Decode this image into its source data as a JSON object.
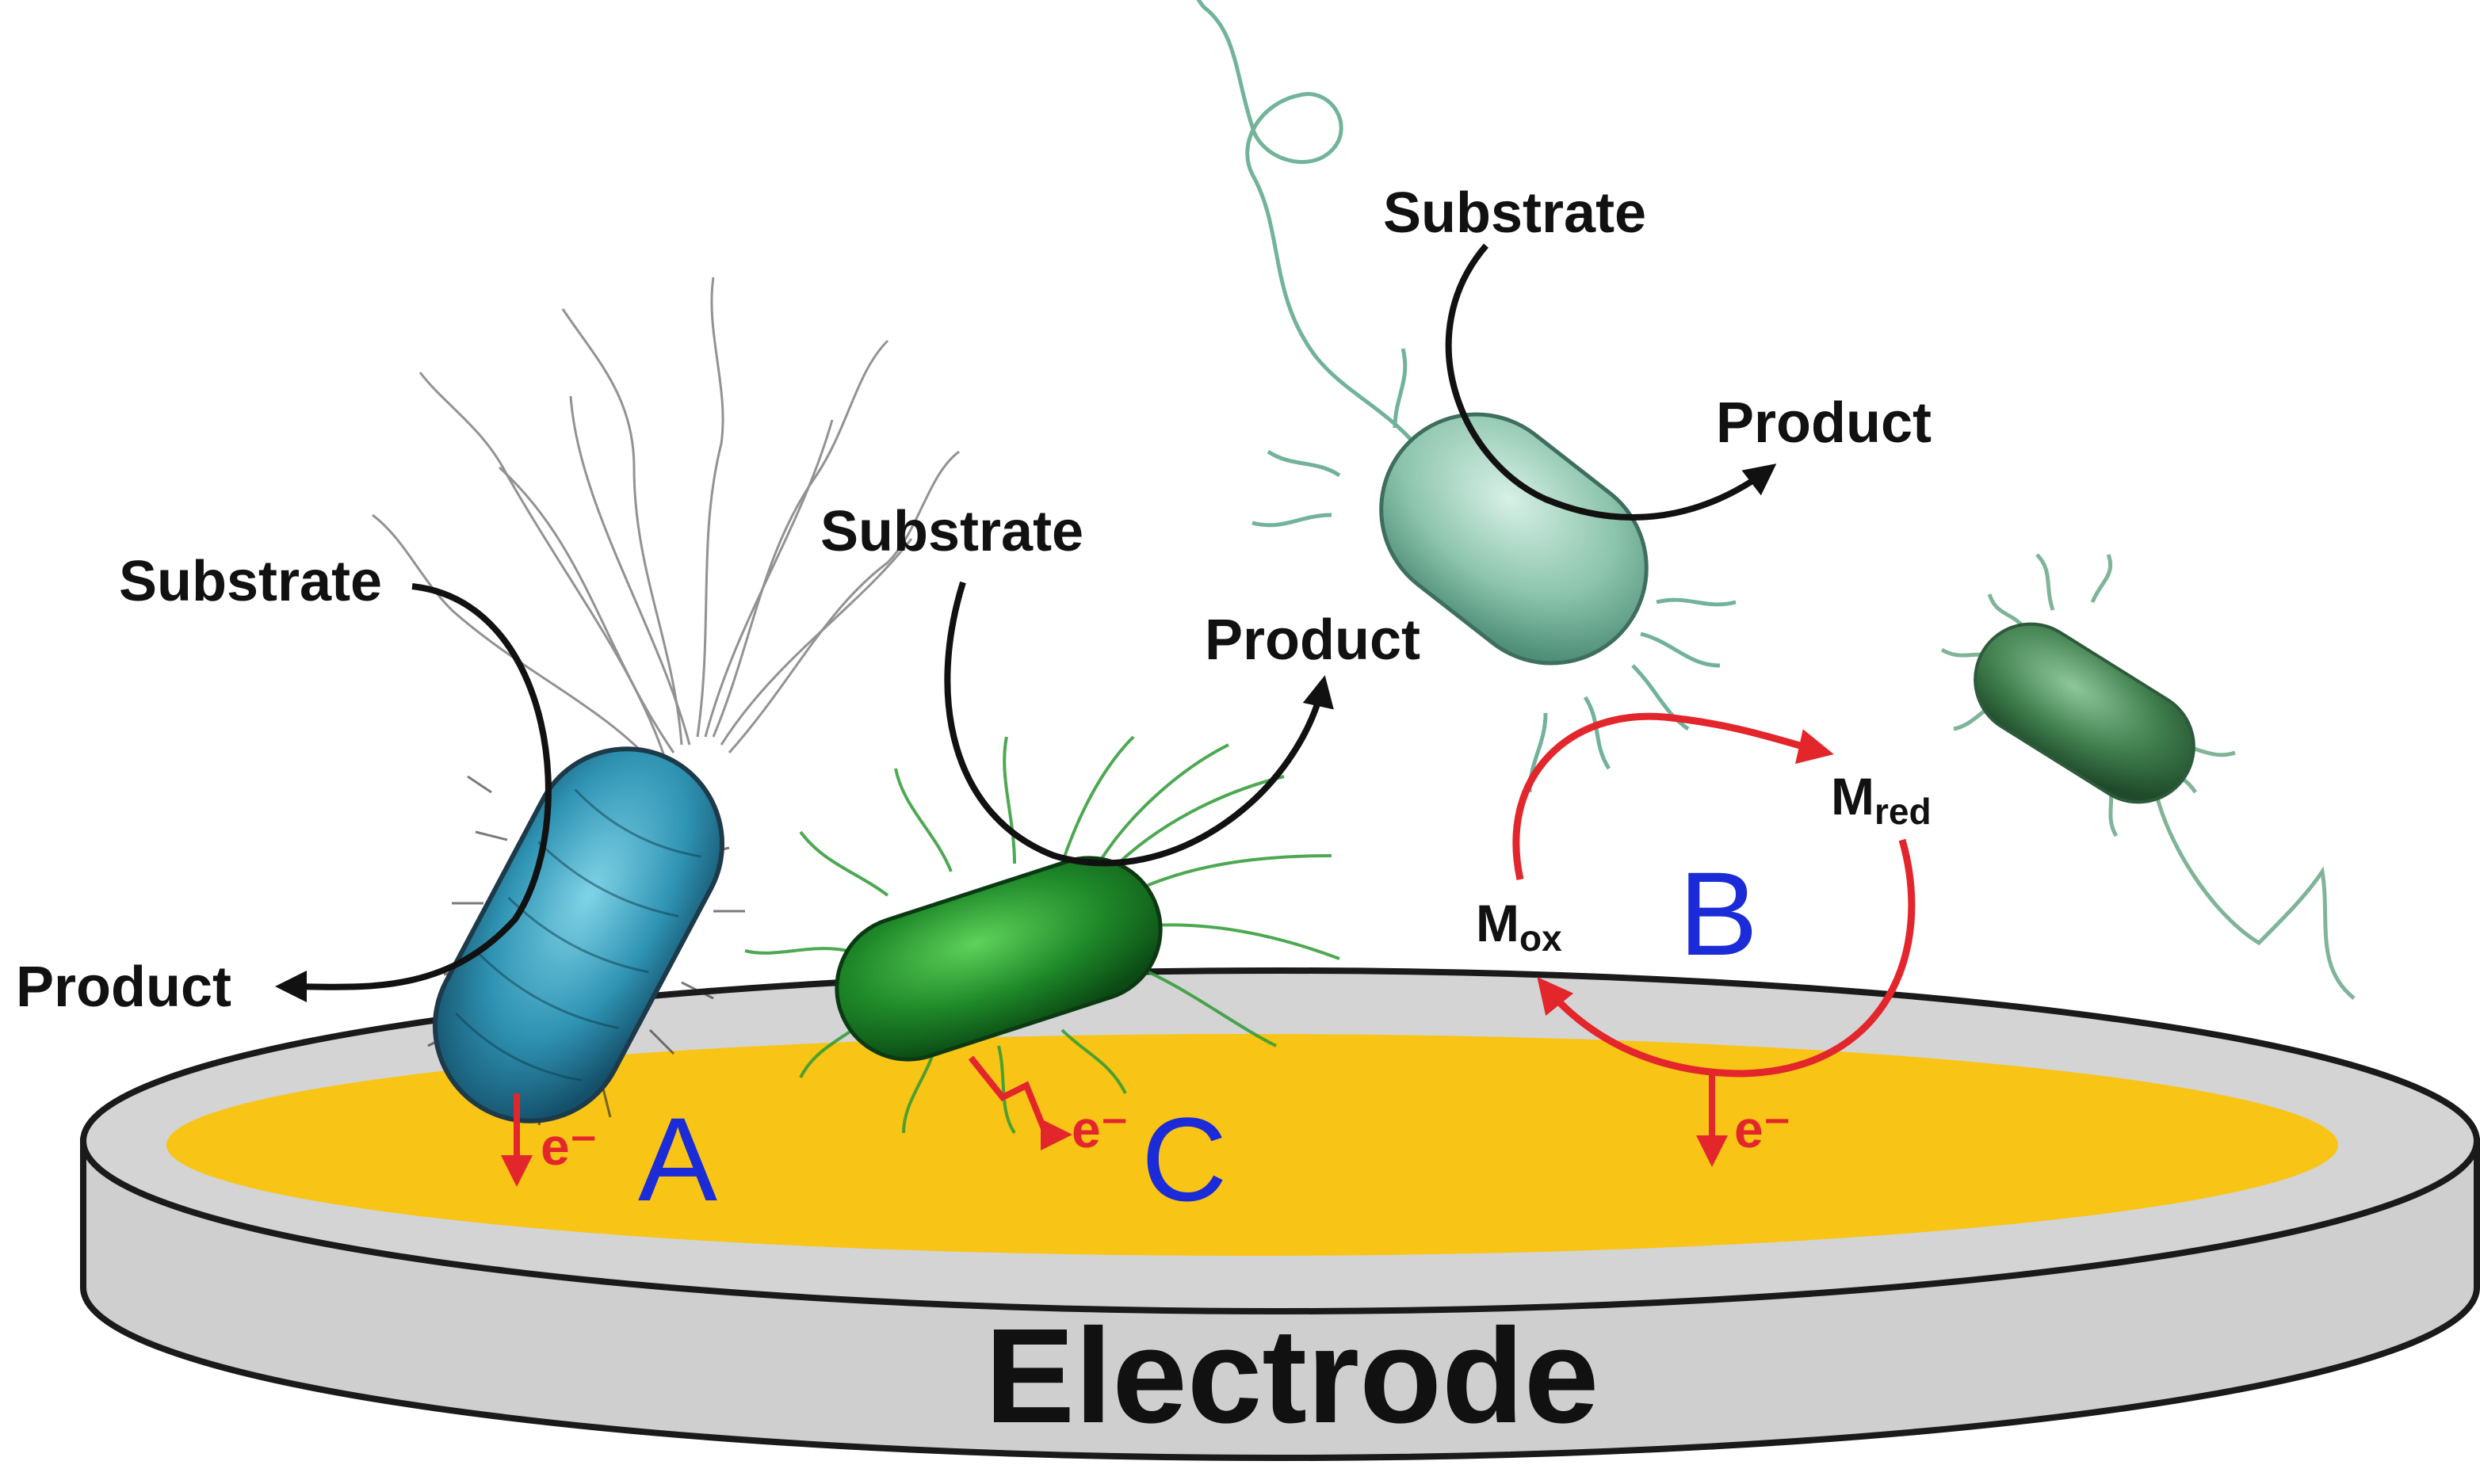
{
  "colors": {
    "electrode_rim": "#cfcfcf",
    "electrode_surface": "#f8c416",
    "outline": "#1a1a1a",
    "electron_arrow": "#e3262c",
    "mechanism_letter": "#1c2bd8",
    "bacterium_a": "#3aa8c4",
    "bacterium_b": "#a9d6c6",
    "bacterium_c": "#1f8a2a",
    "bacterium_free": "#3f7d4c"
  },
  "electrode": {
    "label": "Electrode"
  },
  "mechanisms": {
    "a": {
      "letter": "A",
      "substrate": "Substrate",
      "product": "Product",
      "electron": "e⁻"
    },
    "b": {
      "letter": "B",
      "substrate": "Substrate",
      "product": "Product",
      "electron": "e⁻",
      "mediator_ox": "M",
      "mediator_ox_sub": "ox",
      "mediator_red": "M",
      "mediator_red_sub": "red"
    },
    "c": {
      "letter": "C",
      "substrate": "Substrate",
      "product": "Product",
      "electron": "e⁻"
    }
  }
}
